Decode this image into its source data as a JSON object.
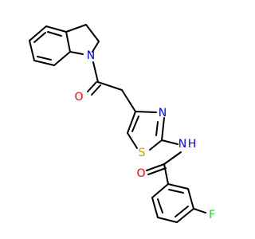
{
  "molecule": {
    "atom_labels": {
      "indoline_n": "N",
      "ketone_o": "O",
      "thiazole_n": "N",
      "thiazole_s": "S",
      "amide_nh": "N",
      "amide_h": "H",
      "amide_o": "O",
      "fluorine": "F"
    },
    "colors": {
      "bond": "#000000",
      "nitrogen": "#0000ff",
      "oxygen": "#ff0000",
      "sulfur": "#c8a000",
      "fluorine": "#33cc33"
    }
  }
}
